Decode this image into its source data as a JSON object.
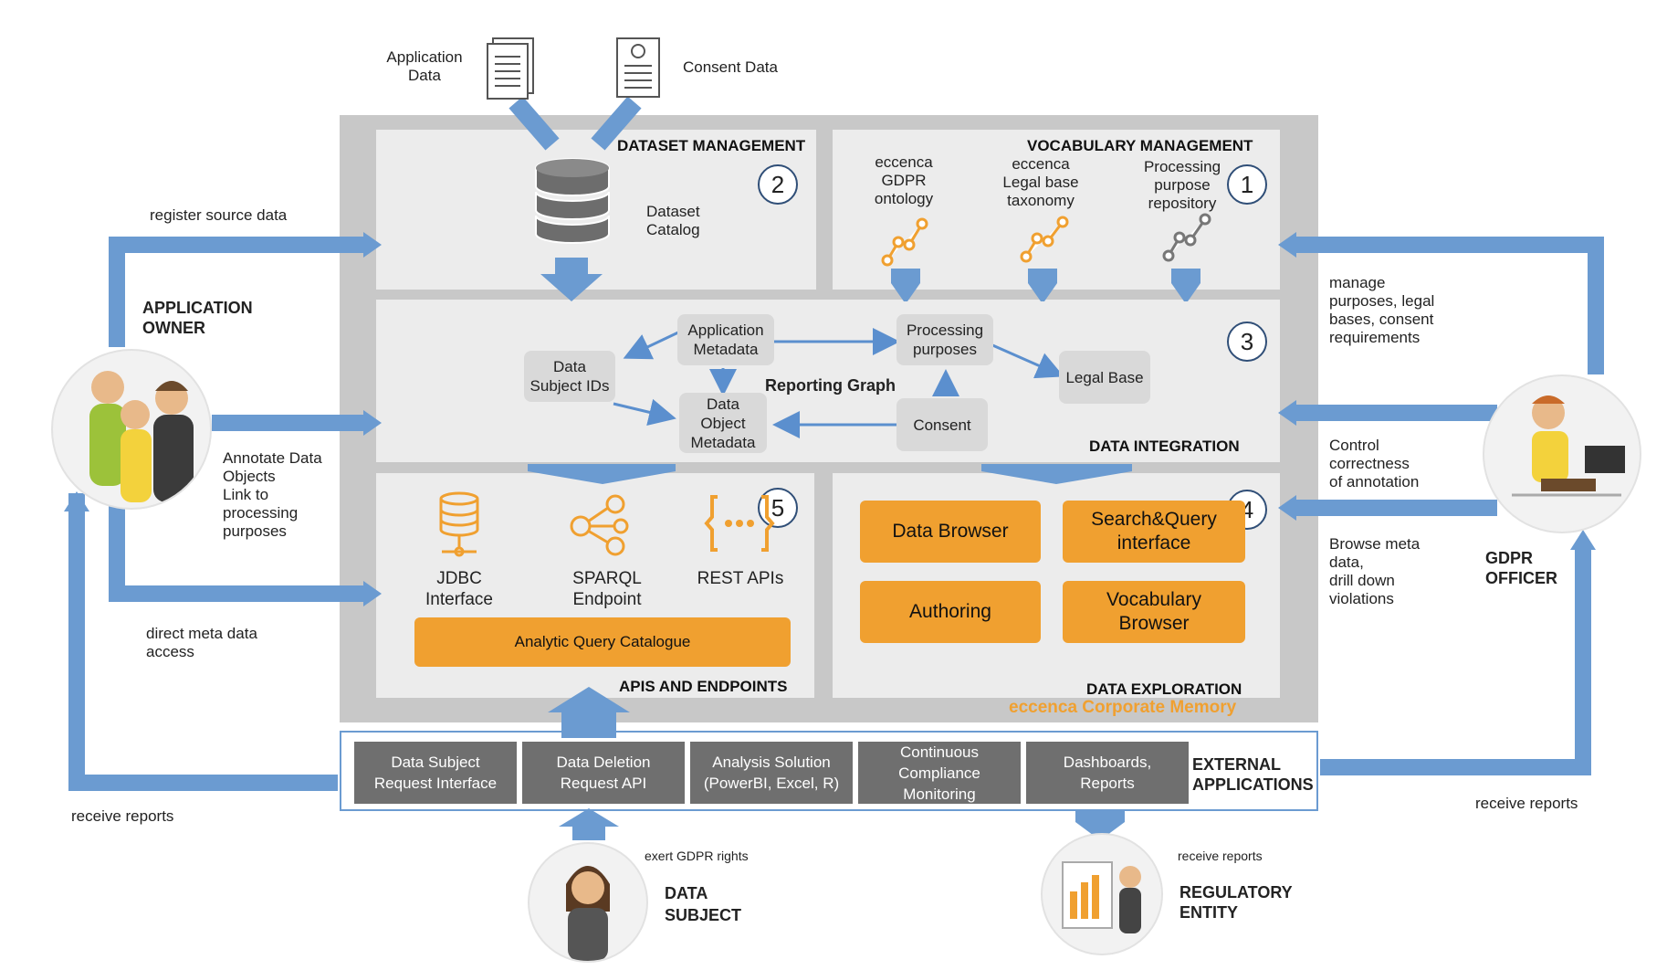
{
  "inputs": {
    "application_data": "Application\nData",
    "consent_data": "Consent Data"
  },
  "dataset_management": {
    "title": "DATASET MANAGEMENT",
    "number": "2",
    "catalog": "Dataset\nCatalog"
  },
  "vocabulary_management": {
    "title": "VOCABULARY MANAGEMENT",
    "number": "1",
    "items": [
      "eccenca\nGDPR\nontology",
      "eccenca\nLegal base\ntaxonomy",
      "Processing\npurpose\nrepository"
    ]
  },
  "data_integration": {
    "title": "DATA INTEGRATION",
    "number": "3",
    "graph_label": "Reporting Graph",
    "nodes": {
      "data_subject_ids": "Data\nSubject IDs",
      "application_metadata": "Application\nMetadata",
      "data_object_metadata": "Data\nObject\nMetadata",
      "processing_purposes": "Processing\npurposes",
      "consent": "Consent",
      "legal_base": "Legal Base"
    }
  },
  "apis_endpoints": {
    "title": "APIS AND ENDPOINTS",
    "number": "5",
    "items": [
      "JDBC\nInterface",
      "SPARQL\nEndpoint",
      "REST APIs"
    ],
    "catalogue": "Analytic Query Catalogue"
  },
  "data_exploration": {
    "title": "DATA EXPLORATION",
    "number": "4",
    "buttons": [
      "Data Browser",
      "Search&Query\ninterface",
      "Authoring",
      "Vocabulary\nBrowser"
    ],
    "brand": "eccenca Corporate Memory"
  },
  "external_applications": {
    "title": "EXTERNAL\nAPPLICATIONS",
    "items": [
      "Data Subject\nRequest Interface",
      "Data Deletion\nRequest API",
      "Analysis Solution\n(PowerBI, Excel, R)",
      "Continuous\nCompliance\nMonitoring",
      "Dashboards,\nReports"
    ]
  },
  "actors": {
    "application_owner": "APPLICATION\nOWNER",
    "gdpr_officer": "GDPR\nOFFICER",
    "data_subject": "DATA\nSUBJECT",
    "regulatory_entity": "REGULATORY\nENTITY"
  },
  "flows": {
    "register_source_data": "register source data",
    "annotate": "Annotate Data\nObjects\nLink to\nprocessing\npurposes",
    "direct_meta": "direct meta data\naccess",
    "receive_reports_left": "receive reports",
    "manage": "manage\npurposes, legal\nbases, consent\nrequirements",
    "control": "Control\ncorrectness\nof annotation",
    "browse": "Browse meta\ndata,\ndrill down\nviolations",
    "receive_reports_right": "receive reports",
    "exert_rights": "exert GDPR rights",
    "receive_reports_reg": "receive reports"
  },
  "colors": {
    "arrow_blue": "#6b9bd1",
    "orange": "#f0a030",
    "panel_gray": "#c8c8c8",
    "inner_panel": "#ececec",
    "ext_box": "#6f6f6f",
    "brand_orange": "#f0a030"
  }
}
